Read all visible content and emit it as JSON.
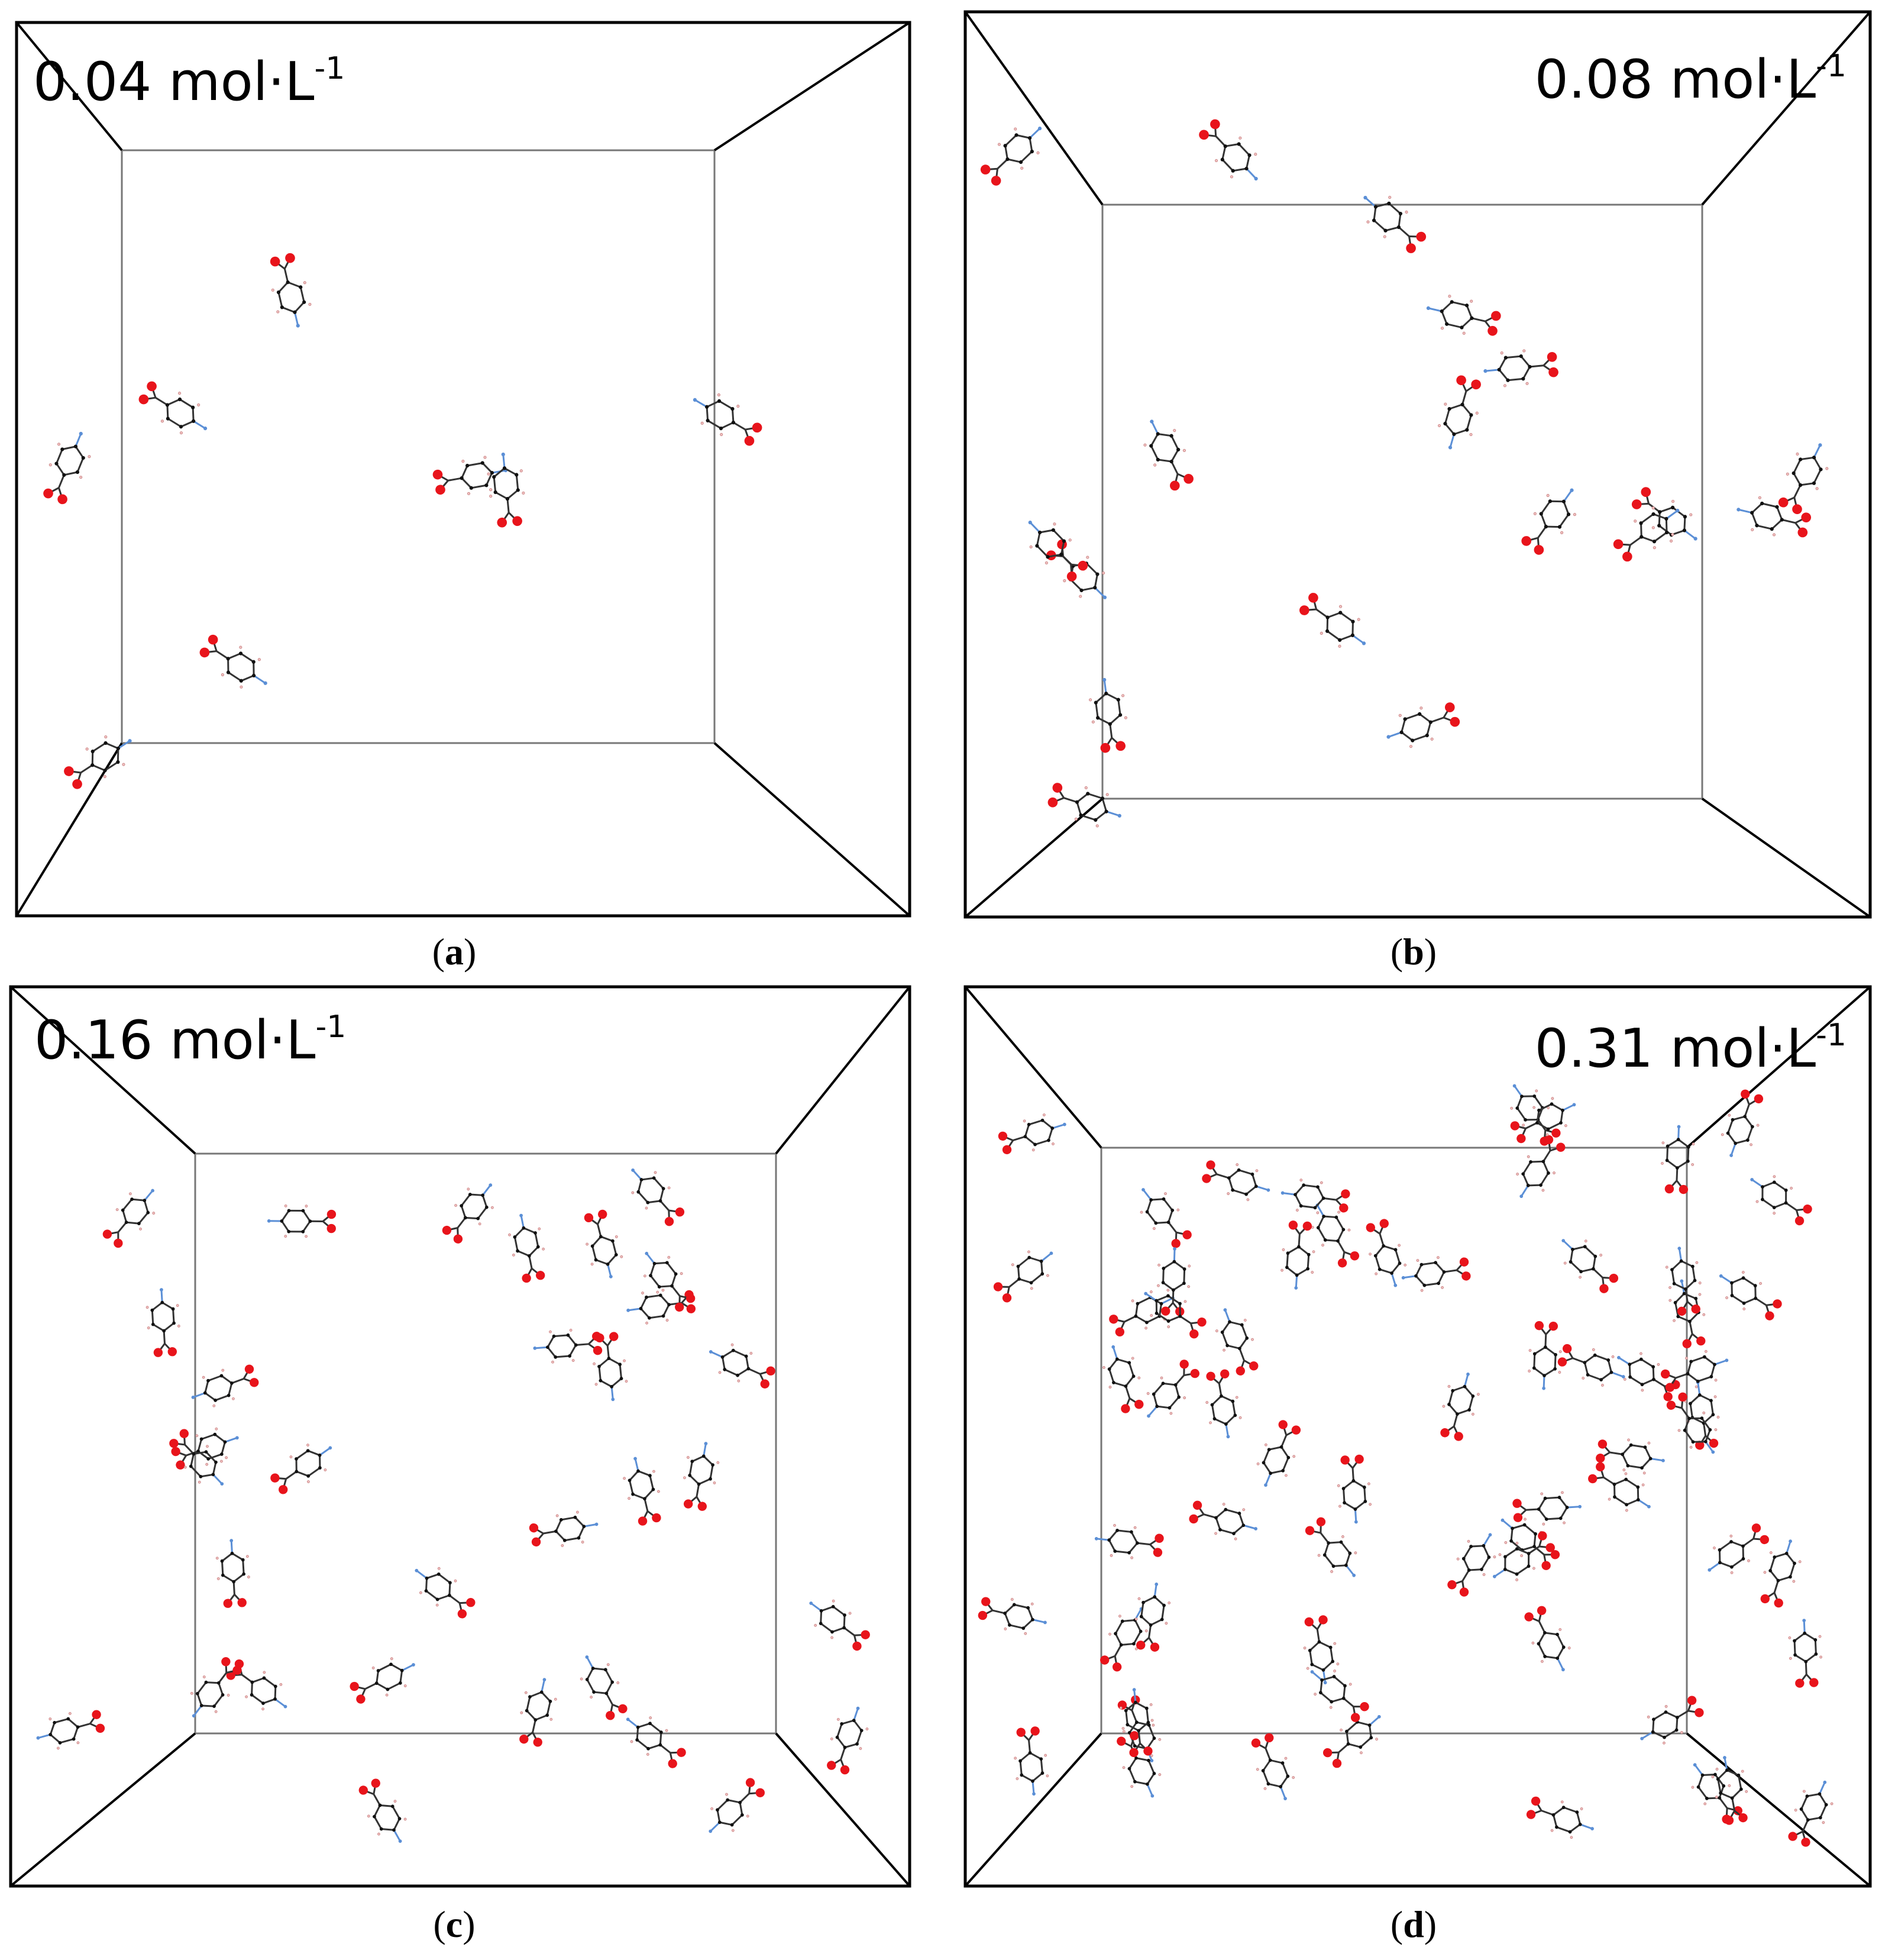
{
  "panels": [
    {
      "letter": "a",
      "concentration": "0.04 mol·L",
      "exponent": "-1",
      "molecules": 8
    },
    {
      "letter": "b",
      "concentration": "0.08 mol·L",
      "exponent": "-1",
      "molecules": 18
    },
    {
      "letter": "c",
      "concentration": "0.16 mol·L",
      "exponent": "-1",
      "molecules": 32
    },
    {
      "letter": "d",
      "concentration": "0.31 mol·L",
      "exponent": "-1",
      "molecules": 64
    }
  ],
  "colors": {
    "oxygen": "#e8141b",
    "carbon": "#111111",
    "nitrogen": "#5b8fd6",
    "hydrogen": "#f2c4c4",
    "edge": "#000000",
    "innerEdge": "#777777"
  }
}
